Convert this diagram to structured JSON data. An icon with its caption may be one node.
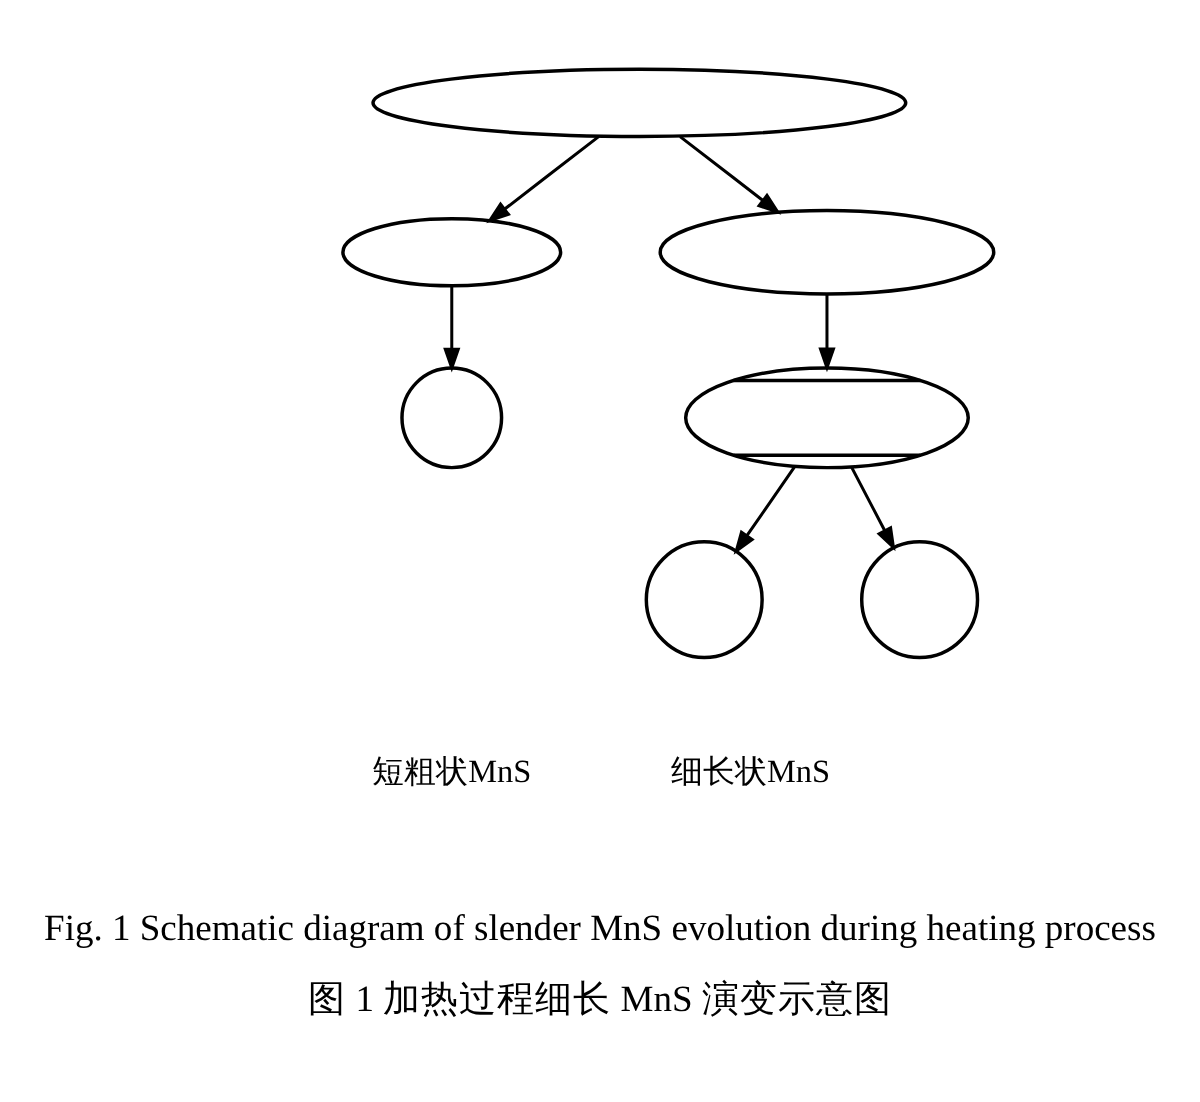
{
  "diagram": {
    "caption": "图 1 加热过程细长 MnS 演变示意图",
    "nodes": [
      {
        "text": [],
        "shape": "ellipse"
      },
      {
        "text": [],
        "shape": "ellipse"
      },
      {
        "text": [],
        "shape": "ellipse"
      },
      {
        "text": [],
        "shape": "circle"
      },
      {
        "text": [],
        "shape": "bowtie"
      },
      {
        "text": [],
        "shape": "circle"
      },
      {
        "text": [],
        "shape": "circle"
      }
    ],
    "edges": [
      {
        "from": 0,
        "to": 1,
        "arrow": "to"
      },
      {
        "from": 0,
        "to": 2,
        "arrow": "to"
      },
      {
        "from": 1,
        "to": 3,
        "arrow": "to"
      },
      {
        "from": 2,
        "to": 4,
        "arrow": "to"
      },
      {
        "from": 4,
        "to": 5,
        "arrow": "to"
      },
      {
        "from": 4,
        "to": 6,
        "arrow": "to"
      }
    ],
    "labels": [
      "短粗状MnS",
      "细长状MnS",
      "Fig. 1 Schematic diagram of slender MnS evolution during heating process"
    ]
  }
}
